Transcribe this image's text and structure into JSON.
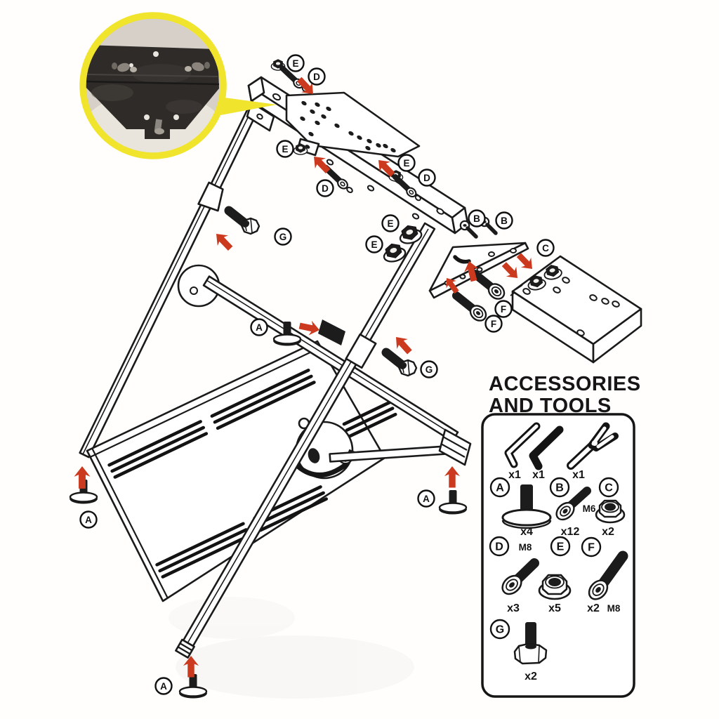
{
  "colors": {
    "line": "#1a1a1a",
    "arrow_red": "#cb3a1e",
    "highlight_yellow": "#f0e42c",
    "photo_plate_dark": "#2e2b29"
  },
  "diagram": {
    "callouts": [
      {
        "label": "E"
      },
      {
        "label": "D"
      },
      {
        "label": "E"
      },
      {
        "label": "D"
      },
      {
        "label": "E"
      },
      {
        "label": "D"
      },
      {
        "label": "G"
      },
      {
        "label": "A"
      },
      {
        "label": "E"
      },
      {
        "label": "E"
      },
      {
        "label": "B"
      },
      {
        "label": "B"
      },
      {
        "label": "C"
      },
      {
        "label": "F"
      },
      {
        "label": "F"
      },
      {
        "label": "G"
      },
      {
        "label": "A"
      },
      {
        "label": "A"
      },
      {
        "label": "A"
      }
    ]
  },
  "accessories_panel": {
    "title_line1": "ACCESSORIES",
    "title_line2": "AND TOOLS",
    "tools": [
      {
        "name": "allen-key-small",
        "qty": "x1"
      },
      {
        "name": "allen-key-large",
        "qty": "x1"
      },
      {
        "name": "open-end-wrench",
        "qty": "x1"
      }
    ],
    "parts": [
      {
        "id": "A",
        "name": "foot-pad",
        "qty": "x4",
        "size": ""
      },
      {
        "id": "B",
        "name": "socket-bolt-short",
        "qty": "x12",
        "size": ""
      },
      {
        "id": "C",
        "name": "flange-lock-nut",
        "qty": "x2",
        "size": "M6"
      },
      {
        "id": "D",
        "name": "socket-bolt-medium",
        "qty": "x3",
        "size": "M8"
      },
      {
        "id": "E",
        "name": "flange-lock-nut-large",
        "qty": "x5",
        "size": ""
      },
      {
        "id": "F",
        "name": "socket-bolt-long",
        "qty": "x2",
        "size": "M8"
      },
      {
        "id": "G",
        "name": "clamp-knob-bolt",
        "qty": "x2",
        "size": ""
      }
    ]
  }
}
